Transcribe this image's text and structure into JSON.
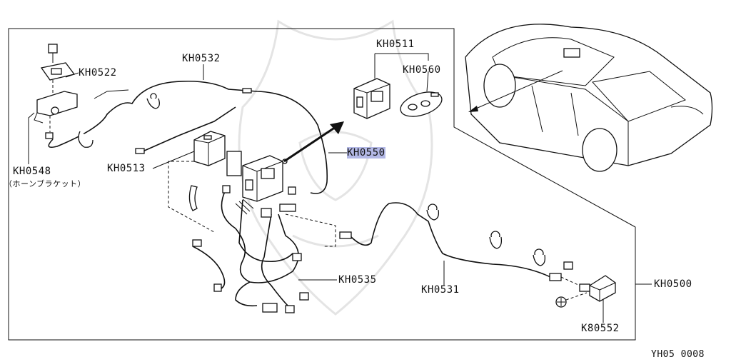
{
  "labels": {
    "kh0522": "KH0522",
    "kh0532": "KH0532",
    "kh0511": "KH0511",
    "kh0560": "KH0560",
    "kh0550": "KH0550",
    "kh0548": "KH0548",
    "kh0548_note": "（ホーンブラケット）",
    "kh0513": "KH0513",
    "kh0535": "KH0535",
    "kh0531": "KH0531",
    "kh0500": "KH0500",
    "k80552": "K80552"
  },
  "figure_code": "YH05  0008",
  "colors": {
    "highlight": "#b3b8e6",
    "line": "#111111",
    "watermark": "#e4e4e4"
  }
}
